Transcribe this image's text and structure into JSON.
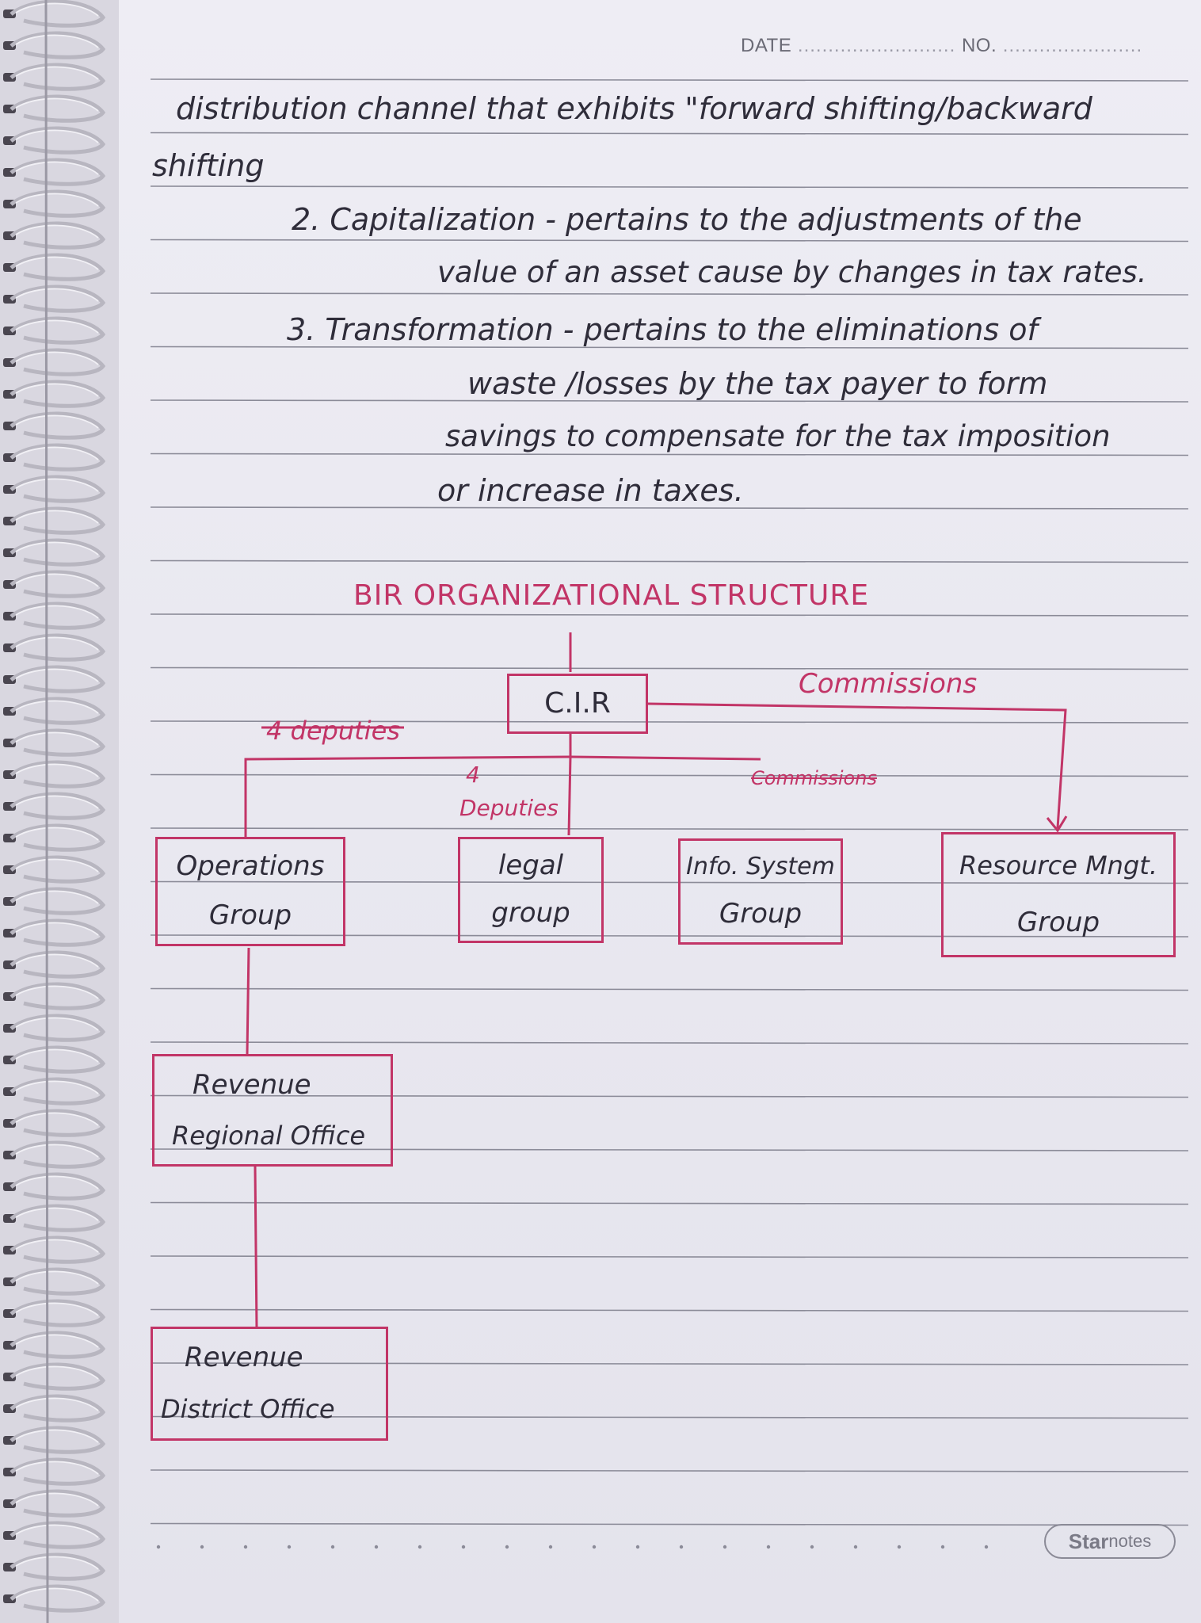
{
  "header": {
    "date_label": "DATE",
    "no_label": "NO."
  },
  "notes": {
    "line1": "distribution channel that exhibits \"forward shifting/backward",
    "line2": "shifting",
    "item2_lead": "2. Capitalization - pertains to the adjustments of the",
    "item2_cont": "value of an asset cause by changes in tax rates.",
    "item3_lead": "3. Transformation - pertains to the eliminations of",
    "item3_cont1": "waste /losses by the tax payer to form",
    "item3_cont2": "savings to compensate for the tax imposition",
    "item3_cont3": "or increase in taxes."
  },
  "chart": {
    "title": "BIR ORGANIZATIONAL STRUCTURE",
    "root": "C.I.R",
    "label_commissions_top": "Commissions",
    "label_4_deputies": "4 deputies",
    "label_4_deputies_mid_num": "4",
    "label_4_deputies_mid": "Deputies",
    "label_commissions_mid": "Commissions",
    "groups": [
      {
        "line1": "Operations",
        "line2": "Group"
      },
      {
        "line1": "legal",
        "line2": "group"
      },
      {
        "line1": "Info. System",
        "line2": "Group"
      },
      {
        "line1": "Resource Mngt.",
        "line2": "Group"
      }
    ],
    "regional": {
      "line1": "Revenue",
      "line2": "Regional Office"
    },
    "district": {
      "line1": "Revenue",
      "line2": "District Office"
    }
  },
  "brand": {
    "star": "Star",
    "notes": "notes"
  },
  "colors": {
    "ink": "#2f2d3a",
    "pink_ink": "#c23567",
    "rule": "#8b8b98"
  }
}
